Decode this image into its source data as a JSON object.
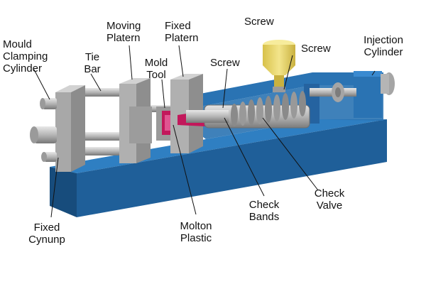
{
  "labels": {
    "mould_clamping_cylinder": [
      "Mould",
      "Clamping",
      "Cylinder"
    ],
    "tie_bar": [
      "Tie",
      "Bar"
    ],
    "moving_platern": [
      "Moving",
      "Platern"
    ],
    "fixed_platern": [
      "Fixed",
      "Platern"
    ],
    "mold_tool": [
      "Mold",
      "Tool"
    ],
    "screw_top": [
      "Screw"
    ],
    "screw_mid": [
      "Screw"
    ],
    "screw_right": [
      "Screw"
    ],
    "injection_cylinder": [
      "Injection",
      "Cylinder"
    ],
    "fixed_cynunp": [
      "Fixed",
      "Cynunp"
    ],
    "molton_plastic": [
      "Molton",
      "Plastic"
    ],
    "check_bands": [
      "Check",
      "Bands"
    ],
    "check_valve": [
      "Check",
      "Valve"
    ]
  },
  "colors": {
    "base_front": "#1f5f99",
    "base_top": "#2f7fc2",
    "base_side": "#174c7c",
    "steel_light": "#c8c8c8",
    "steel_mid": "#a9a9a9",
    "steel_dark": "#7e7e7e",
    "molten": "#c2185b",
    "hopper": "#e8d66a",
    "leader": "#111111"
  }
}
